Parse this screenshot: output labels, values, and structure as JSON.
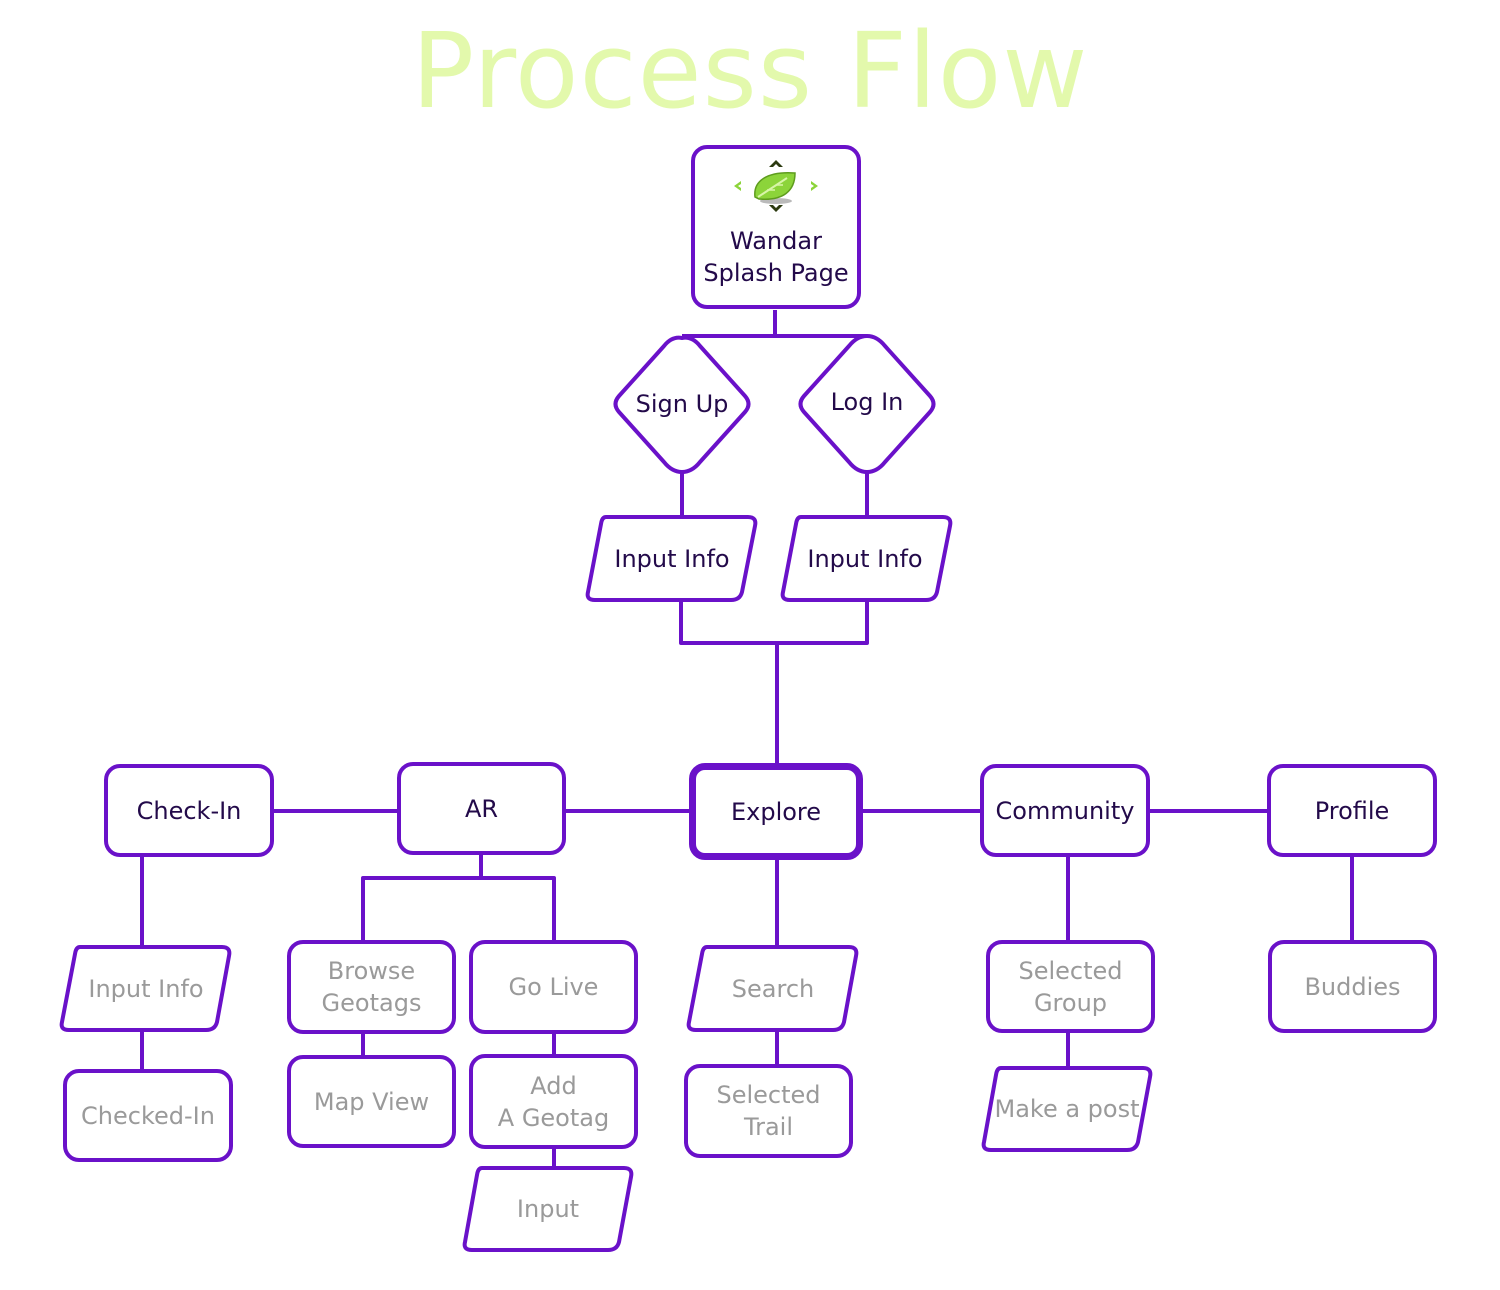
{
  "title": "Process Flow",
  "colors": {
    "stroke": "#6a11c9",
    "title": "#e3f9ac",
    "primary_text": "#230a4a",
    "secondary_text": "#9a9a9a",
    "logo": "#8cd43a"
  },
  "nodes": {
    "splash": {
      "label": "Wandar\nSplash Page",
      "logo_icon": "leaf-ar-logo-icon"
    },
    "sign_up": {
      "label": "Sign Up"
    },
    "log_in": {
      "label": "Log In"
    },
    "signup_input": {
      "label": "Input Info"
    },
    "login_input": {
      "label": "Input Info"
    },
    "checkin": {
      "label": "Check-In"
    },
    "ar": {
      "label": "AR"
    },
    "explore": {
      "label": "Explore"
    },
    "community": {
      "label": "Community"
    },
    "profile": {
      "label": "Profile"
    },
    "checkin_input": {
      "label": "Input Info"
    },
    "checked_in": {
      "label": "Checked-In"
    },
    "browse_geotags": {
      "label": "Browse\nGeotags"
    },
    "go_live": {
      "label": "Go Live"
    },
    "map_view": {
      "label": "Map View"
    },
    "add_geotag": {
      "label": "Add\nA Geotag"
    },
    "input": {
      "label": "Input"
    },
    "search": {
      "label": "Search"
    },
    "selected_trail": {
      "label": "Selected\nTrail"
    },
    "selected_group": {
      "label": "Selected\nGroup"
    },
    "make_post": {
      "label": "Make a post"
    },
    "buddies": {
      "label": "Buddies"
    }
  }
}
